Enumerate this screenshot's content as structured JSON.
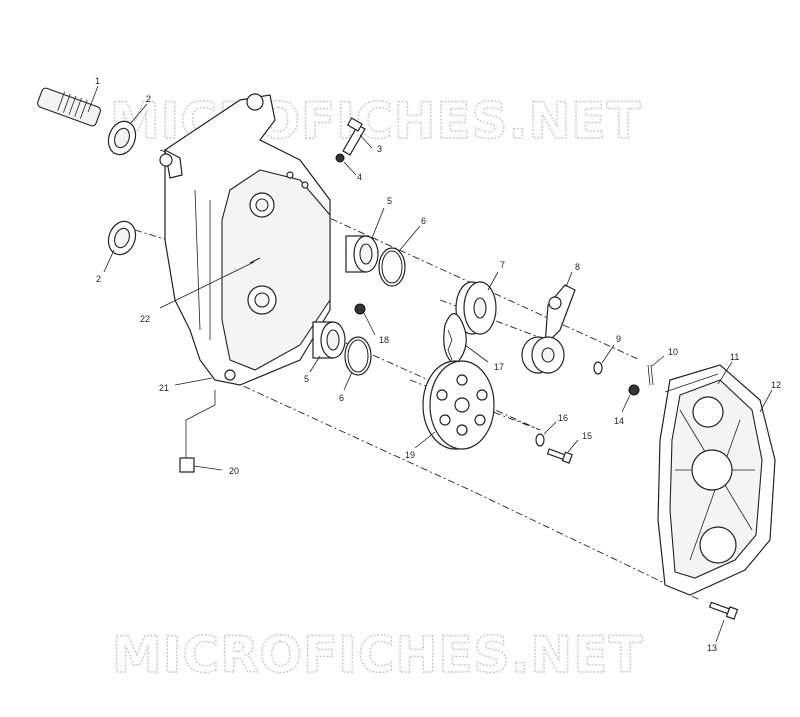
{
  "watermark": {
    "top": "MICROFICHES.NET",
    "bottom": "MICROFICHES.NET"
  },
  "callouts": [
    "1",
    "2",
    "2",
    "3",
    "4",
    "5",
    "5",
    "6",
    "6",
    "7",
    "8",
    "9",
    "10",
    "11",
    "12",
    "13",
    "14",
    "15",
    "16",
    "17",
    "18",
    "19",
    "20",
    "21",
    "22"
  ],
  "colors": {
    "ink": "#222222",
    "watermark": "#c9c9c9",
    "background": "#ffffff"
  }
}
